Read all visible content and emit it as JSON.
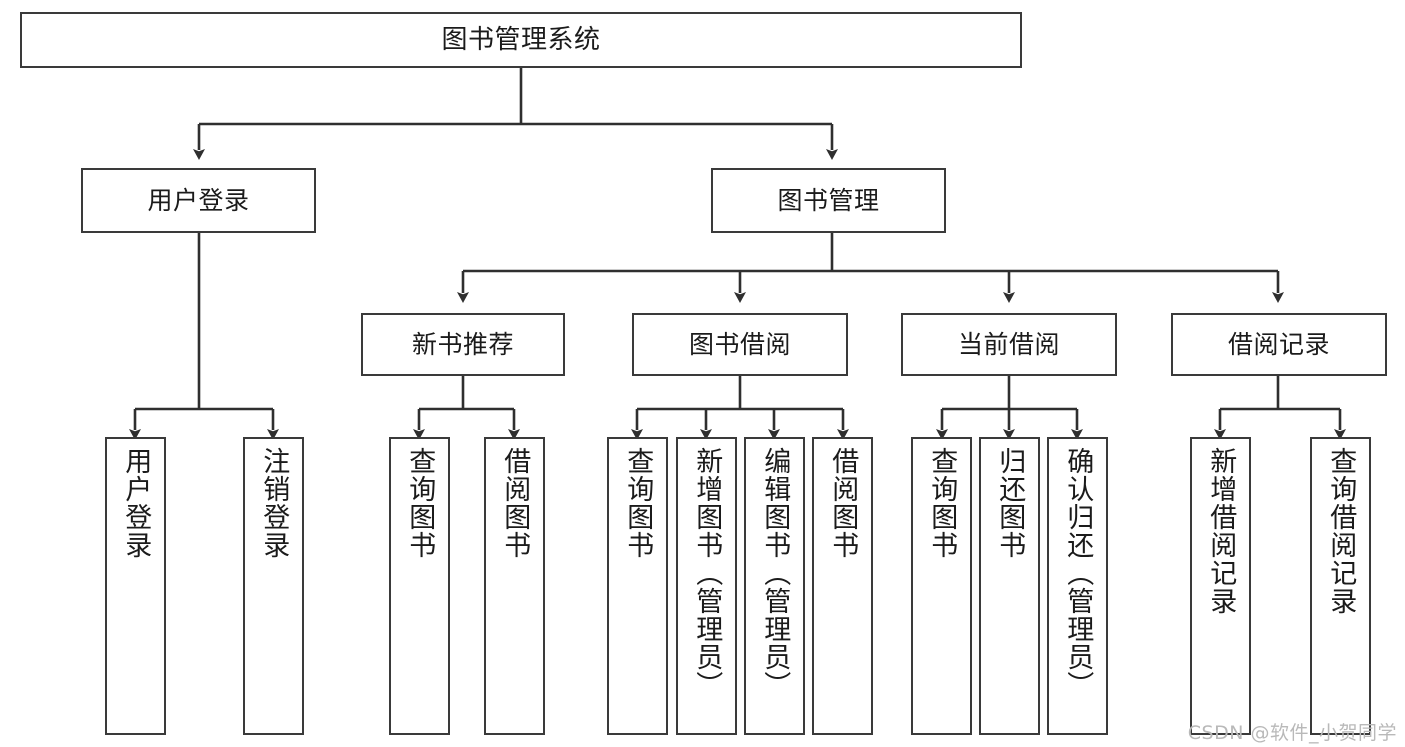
{
  "diagram": {
    "type": "tree",
    "title": "图书管理系统",
    "colors": {
      "box_border": "#3a3a3a",
      "box_fill": "#ffffff",
      "link": "#2f2f2f",
      "text": "#1b1b1b",
      "watermark": "#b9b9b9"
    },
    "nodes": {
      "root": {
        "label": "图书管理系统"
      },
      "level2": [
        {
          "id": "user-login",
          "label": "用户登录"
        },
        {
          "id": "book-manage",
          "label": "图书管理"
        }
      ],
      "level3": [
        {
          "id": "new-book-recommend",
          "label": "新书推荐"
        },
        {
          "id": "book-borrow",
          "label": "图书借阅"
        },
        {
          "id": "current-borrow",
          "label": "当前借阅"
        },
        {
          "id": "borrow-record",
          "label": "借阅记录"
        }
      ],
      "leaves": {
        "user-login": [
          {
            "id": "leaf-user-login",
            "label": "用户登录"
          },
          {
            "id": "leaf-logout-login",
            "label": "注销登录"
          }
        ],
        "new-book-recommend": [
          {
            "id": "leaf-query-book-1",
            "label": "查询图书"
          },
          {
            "id": "leaf-borrow-book-1",
            "label": "借阅图书"
          }
        ],
        "book-borrow": [
          {
            "id": "leaf-query-book-2",
            "label": "查询图书"
          },
          {
            "id": "leaf-add-book",
            "label": "新增图书（管理员）"
          },
          {
            "id": "leaf-edit-book",
            "label": "编辑图书（管理员）"
          },
          {
            "id": "leaf-borrow-book-2",
            "label": "借阅图书"
          }
        ],
        "current-borrow": [
          {
            "id": "leaf-query-book-3",
            "label": "查询图书"
          },
          {
            "id": "leaf-return-book",
            "label": "归还图书"
          },
          {
            "id": "leaf-confirm-return",
            "label": "确认归还（管理员）"
          }
        ],
        "borrow-record": [
          {
            "id": "leaf-add-record",
            "label": "新增借阅记录"
          },
          {
            "id": "leaf-query-record",
            "label": "查询借阅记录"
          }
        ]
      }
    },
    "watermark": "CSDN @软件_小贺同学"
  }
}
